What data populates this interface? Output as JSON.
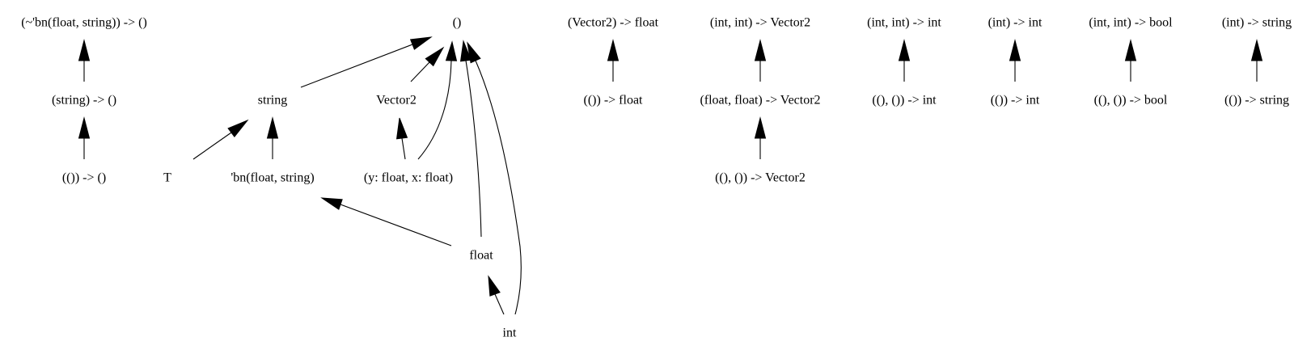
{
  "nodes": [
    {
      "id": "n1",
      "label": "(~'bn(float, string)) -> ()"
    },
    {
      "id": "n2",
      "label": "(string) -> ()"
    },
    {
      "id": "n3",
      "label": "(()) -> ()"
    },
    {
      "id": "n4",
      "label": "T"
    },
    {
      "id": "n5",
      "label": "string"
    },
    {
      "id": "n6",
      "label": "'bn(float, string)"
    },
    {
      "id": "n7",
      "label": "()"
    },
    {
      "id": "n8",
      "label": "Vector2"
    },
    {
      "id": "n9",
      "label": "(y: float, x: float)"
    },
    {
      "id": "n10",
      "label": "float"
    },
    {
      "id": "n11",
      "label": "int"
    },
    {
      "id": "n12",
      "label": "(Vector2) -> float"
    },
    {
      "id": "n13",
      "label": "(()) -> float"
    },
    {
      "id": "n14",
      "label": "(int, int) -> Vector2"
    },
    {
      "id": "n15",
      "label": "(float, float) -> Vector2"
    },
    {
      "id": "n16",
      "label": "((), ()) -> Vector2"
    },
    {
      "id": "n17",
      "label": "(int, int) -> int"
    },
    {
      "id": "n18",
      "label": "((), ()) -> int"
    },
    {
      "id": "n19",
      "label": "(int) -> int"
    },
    {
      "id": "n20",
      "label": "(()) -> int"
    },
    {
      "id": "n21",
      "label": "(int, int) -> bool"
    },
    {
      "id": "n22",
      "label": "((), ()) -> bool"
    },
    {
      "id": "n23",
      "label": "(int) -> string"
    },
    {
      "id": "n24",
      "label": "(()) -> string"
    }
  ],
  "edges": [
    {
      "from": "n2",
      "to": "n1"
    },
    {
      "from": "n3",
      "to": "n2"
    },
    {
      "from": "n4",
      "to": "n5"
    },
    {
      "from": "n5",
      "to": "n7"
    },
    {
      "from": "n6",
      "to": "n5"
    },
    {
      "from": "n8",
      "to": "n7"
    },
    {
      "from": "n9",
      "to": "n8"
    },
    {
      "from": "n9",
      "to": "n7"
    },
    {
      "from": "n10",
      "to": "n6"
    },
    {
      "from": "n10",
      "to": "n7"
    },
    {
      "from": "n11",
      "to": "n10"
    },
    {
      "from": "n11",
      "to": "n7"
    },
    {
      "from": "n13",
      "to": "n12"
    },
    {
      "from": "n15",
      "to": "n14"
    },
    {
      "from": "n16",
      "to": "n15"
    },
    {
      "from": "n18",
      "to": "n17"
    },
    {
      "from": "n20",
      "to": "n19"
    },
    {
      "from": "n22",
      "to": "n21"
    },
    {
      "from": "n24",
      "to": "n23"
    }
  ]
}
